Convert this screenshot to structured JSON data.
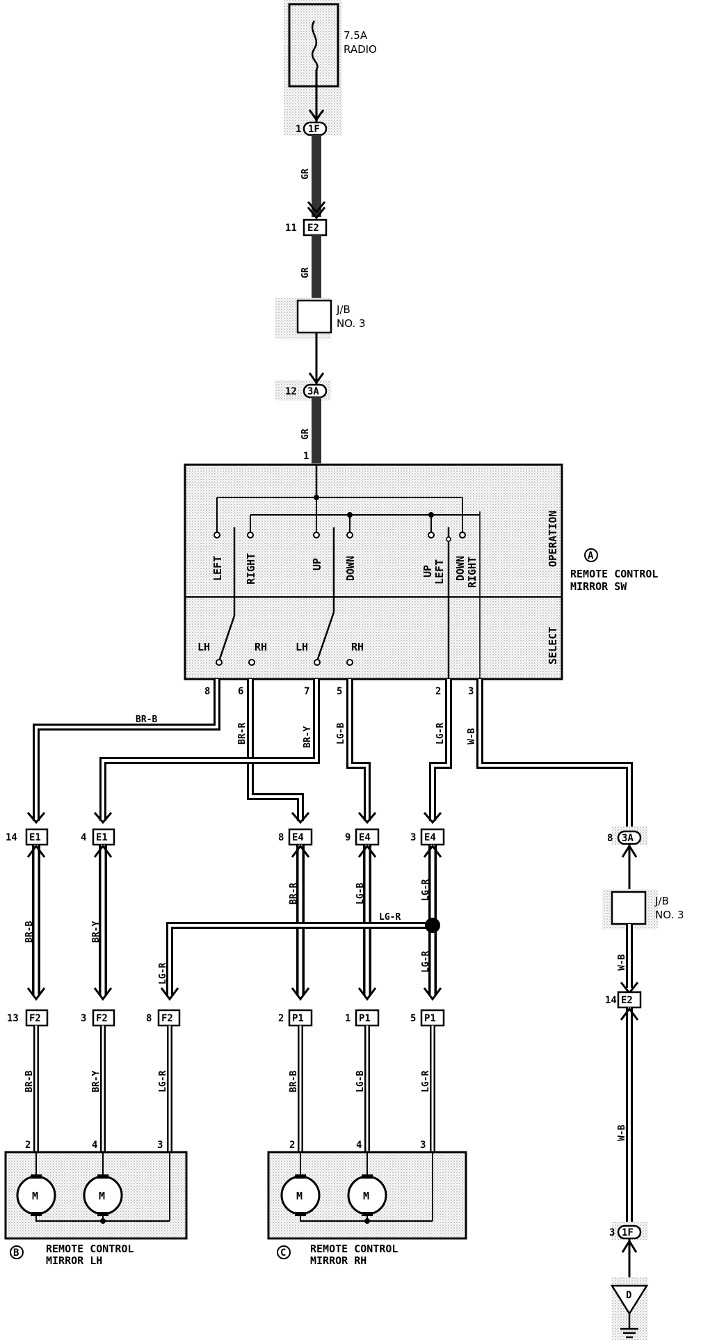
{
  "fuse": {
    "rating": "7.5A",
    "name": "RADIO"
  },
  "jb_top": {
    "line1": "J/B",
    "line2": "NO. 3"
  },
  "jb_right": {
    "line1": "J/B",
    "line2": "NO. 3"
  },
  "connectors": {
    "c_1F_top": {
      "pin": "1",
      "code": "1F"
    },
    "c_E2_top": {
      "pin": "11",
      "code": "E2"
    },
    "c_3A_top": {
      "pin": "12",
      "code": "3A"
    },
    "c_E1_a": {
      "pin": "14",
      "code": "E1"
    },
    "c_E1_b": {
      "pin": "4",
      "code": "E1"
    },
    "c_E4_a": {
      "pin": "8",
      "code": "E4"
    },
    "c_E4_b": {
      "pin": "9",
      "code": "E4"
    },
    "c_E4_c": {
      "pin": "3",
      "code": "E4"
    },
    "c_3A_right": {
      "pin": "8",
      "code": "3A"
    },
    "c_E2_right": {
      "pin": "14",
      "code": "E2"
    },
    "c_F2_a": {
      "pin": "13",
      "code": "F2"
    },
    "c_F2_b": {
      "pin": "3",
      "code": "F2"
    },
    "c_F2_c": {
      "pin": "8",
      "code": "F2"
    },
    "c_P1_a": {
      "pin": "2",
      "code": "P1"
    },
    "c_P1_b": {
      "pin": "1",
      "code": "P1"
    },
    "c_P1_c": {
      "pin": "5",
      "code": "P1"
    },
    "c_1F_bottom": {
      "pin": "3",
      "code": "1F"
    }
  },
  "wire_colors": {
    "gr": "GR",
    "br_b": "BR-B",
    "br_r": "BR-R",
    "br_y": "BR-Y",
    "lg_b": "LG-B",
    "lg_r": "LG-R",
    "w_b": "W-B"
  },
  "switch": {
    "letter": "A",
    "name_line1": "REMOTE CONTROL",
    "name_line2": "MIRROR SW",
    "operation": "OPERATION",
    "select": "SELECT",
    "left": "LEFT",
    "right": "RIGHT",
    "up": "UP",
    "down": "DOWN",
    "up_left_1": "UP",
    "up_left_2": "LEFT",
    "down_right_1": "DOWN",
    "down_right_2": "RIGHT",
    "lh": "LH",
    "rh": "RH",
    "pins": {
      "p1": "1",
      "p8": "8",
      "p6": "6",
      "p7": "7",
      "p5": "5",
      "p2": "2",
      "p3": "3"
    }
  },
  "mirror_lh": {
    "letter": "B",
    "name_line1": "REMOTE CONTROL",
    "name_line2": "MIRROR LH",
    "motor": "M",
    "pins": {
      "a": "2",
      "b": "4",
      "c": "3"
    }
  },
  "mirror_rh": {
    "letter": "C",
    "name_line1": "REMOTE CONTROL",
    "name_line2": "MIRROR RH",
    "motor": "M",
    "pins": {
      "a": "2",
      "b": "4",
      "c": "3"
    }
  },
  "ground": {
    "letter": "D"
  }
}
